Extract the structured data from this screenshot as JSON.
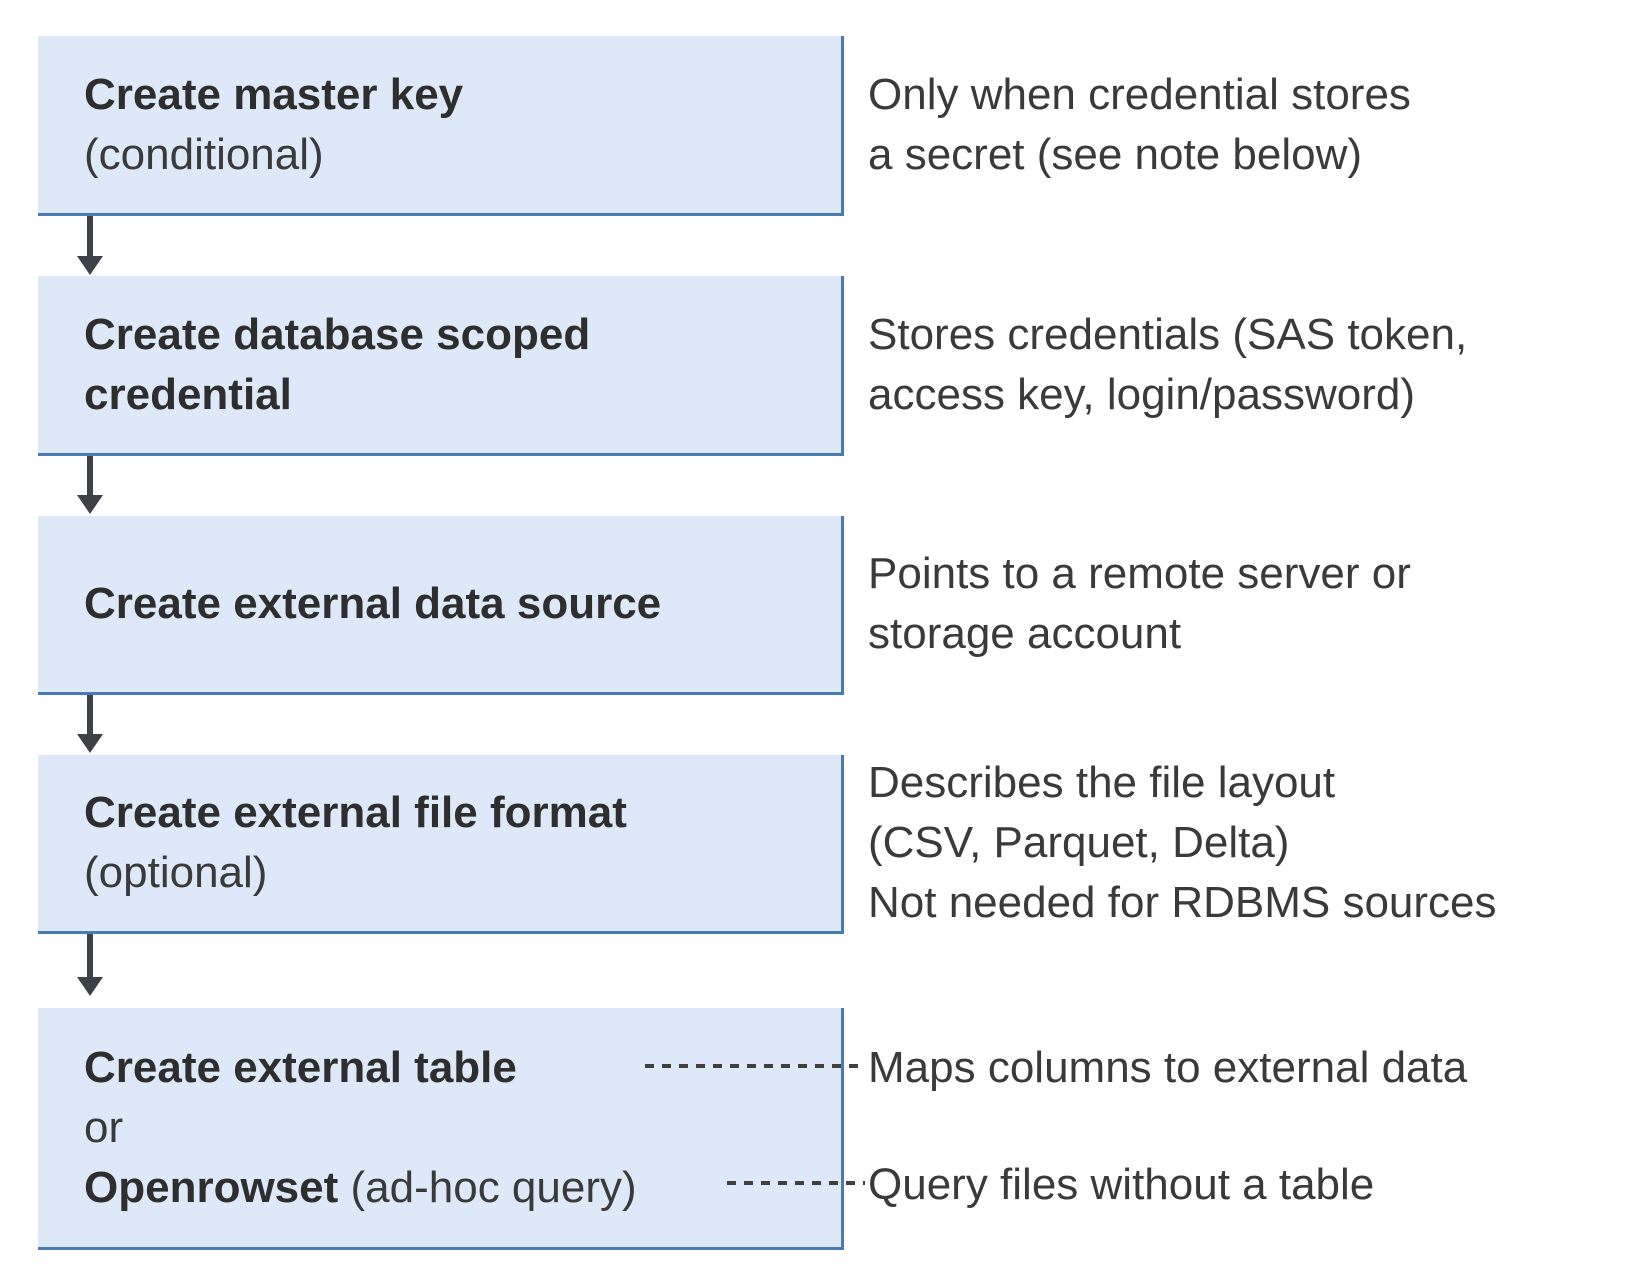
{
  "colors": {
    "bg": "#ffffff",
    "box_fill": "#dde9f8",
    "box_border": "#4a7ab2",
    "arrow": "#3d4248",
    "dash": "#404040",
    "title_text": "#2e2e2e",
    "note_text": "#3a3a3a"
  },
  "boxes": [
    {
      "line1": "Create master key",
      "line2": "(conditional)"
    },
    {
      "line1": "Create database scoped",
      "line2": "credential"
    },
    {
      "line1": "Create external data source"
    },
    {
      "line1": "Create external file format",
      "line2": "(optional)"
    },
    {
      "line1": "Create external table",
      "line2": "or",
      "line3_bold": "Openrowset",
      "line3_rest": " (ad-hoc query)"
    }
  ],
  "notes": [
    {
      "line1": "Only when credential stores",
      "line2": "a secret (see note below)"
    },
    {
      "line1": "Stores credentials (SAS token,",
      "line2": "access key, login/password)"
    },
    {
      "line1": "Points to a remote server or",
      "line2": "storage account"
    },
    {
      "line1": "Describes the file layout",
      "line2": "(CSV, Parquet, Delta)",
      "line3": "Not needed for RDBMS sources"
    },
    {
      "line1": "Maps columns to external data"
    },
    {
      "line1": "Query files without a table"
    }
  ]
}
